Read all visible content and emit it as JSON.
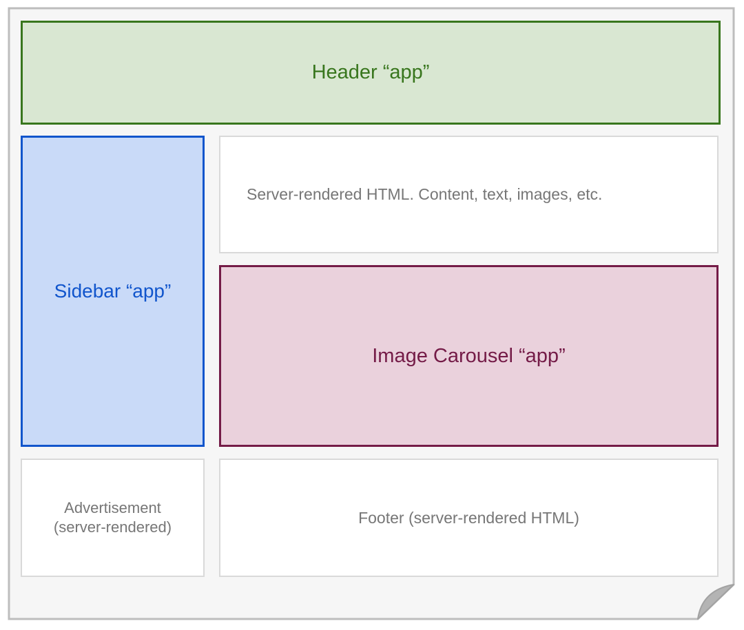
{
  "page": {
    "header": {
      "label": "Header “app”"
    },
    "sidebar": {
      "label": "Sidebar “app”"
    },
    "content": {
      "label": "Server-rendered HTML. Content, text, images, etc."
    },
    "carousel": {
      "label": "Image Carousel “app”"
    },
    "advertisement": {
      "line1": "Advertisement",
      "line2": "(server-rendered)"
    },
    "footer": {
      "label": "Footer (server-rendered HTML)"
    }
  },
  "colors": {
    "page_fill": "#f6f6f6",
    "page_border": "#bdbdbd",
    "fold_fill": "#b4b4b4",
    "header_fill": "#d9e7d2",
    "header_accent": "#38761d",
    "sidebar_fill": "#c9daf8",
    "sidebar_accent": "#1155cc",
    "carousel_fill": "#ead1dc",
    "carousel_accent": "#741b47",
    "plain_box_border": "#d9d9d9",
    "muted_text": "#767676"
  }
}
